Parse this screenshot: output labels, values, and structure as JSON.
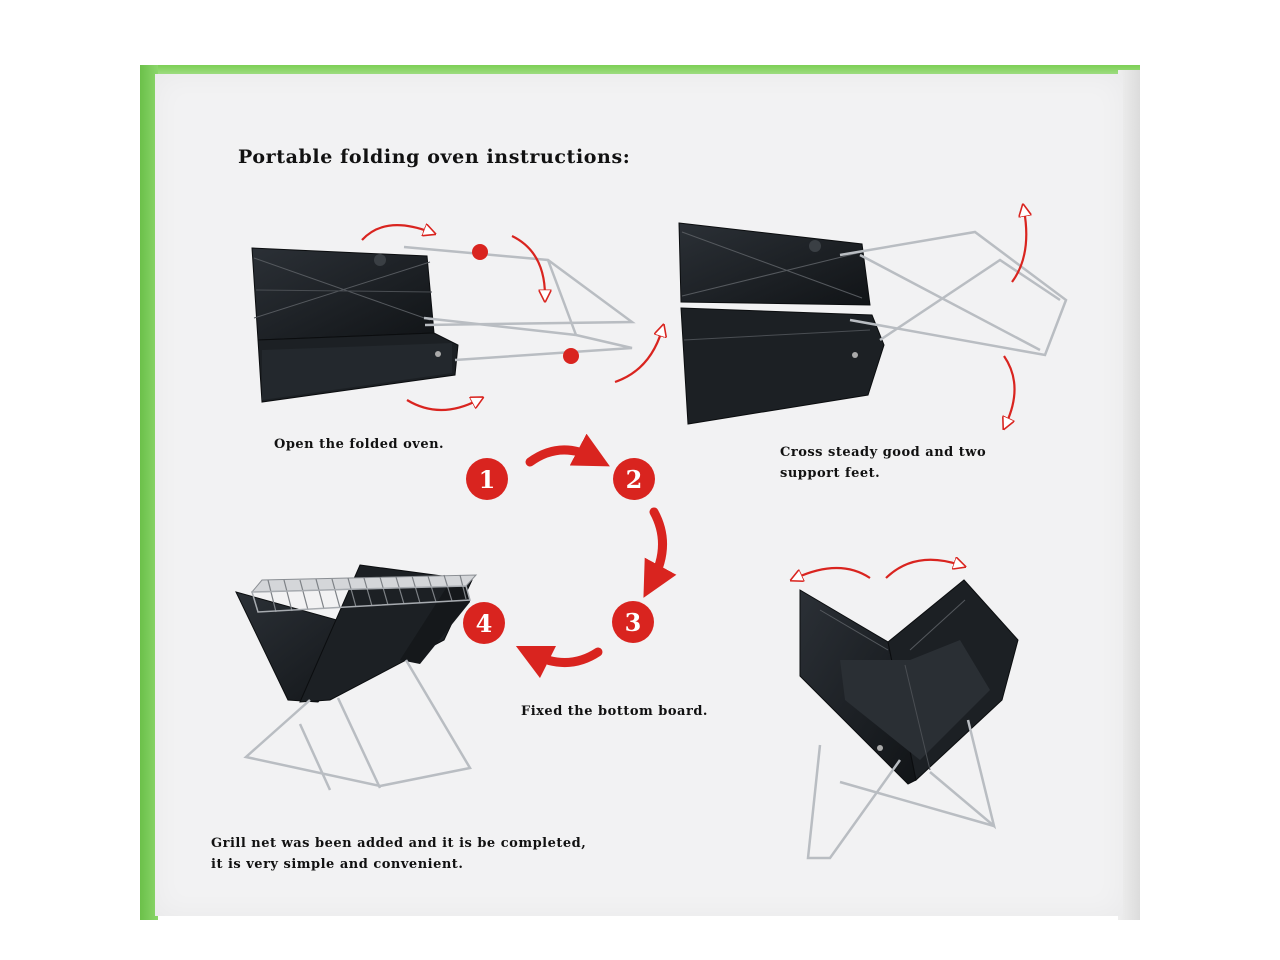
{
  "title": "Portable folding oven instructions:",
  "steps": [
    {
      "number": "1",
      "caption": "Open the folded oven."
    },
    {
      "number": "2",
      "caption_lines": [
        "Cross steady good and two",
        "support feet."
      ]
    },
    {
      "number": "3",
      "caption": "Fixed the bottom board."
    },
    {
      "number": "4",
      "caption_lines": [
        "Grill net was been added and it is be completed,",
        "it is very simple and convenient."
      ]
    }
  ],
  "colors": {
    "accent_red": "#d9241f",
    "box_green": "#6bc04a",
    "panel_black": "#1e2226",
    "panel_bg": "#f2f2f3"
  }
}
